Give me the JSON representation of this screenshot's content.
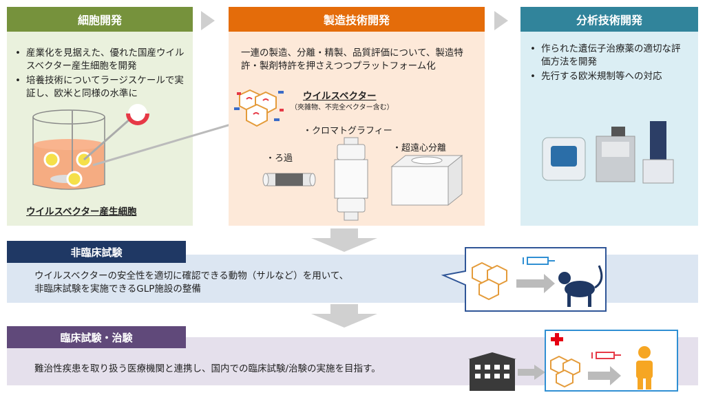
{
  "panels": {
    "cell": {
      "title": "細胞開発",
      "bullets": [
        "産業化を見据えた、優れた国産ウイルスベクター産生細胞を開発",
        "培養技術についてラージスケールで実証し、欧米と同様の水準に"
      ],
      "caption": "ウイルスベクター産生細胞"
    },
    "manufacturing": {
      "title": "製造技術開発",
      "description": "一連の製造、分離・精製、品質評価について、製造特許・製剤特許を押さえつつプラットフォーム化",
      "virus_label": "ウイルスベクター",
      "virus_sublabel": "（夾雑物、不完全ベクター含む）",
      "chromatography_label": "・クロマトグラフィー",
      "filtration_label": "・ろ過",
      "ultracentrifuge_label": "・超遠心分離"
    },
    "analysis": {
      "title": "分析技術開発",
      "bullets": [
        "作られた遺伝子治療薬の適切な評価方法を開発",
        "先行する欧米規制等への対応"
      ]
    }
  },
  "nonclinical": {
    "title": "非臨床試験",
    "text_line1": "ウイルスベクターの安全性を適切に確認できる動物（サルなど）を用いて、",
    "text_line2": "非臨床試験を実施できるGLP施設の整備"
  },
  "clinical": {
    "title": "臨床試験・治験",
    "text": "難治性疾患を取り扱う医療機関と連携し、国内での臨床試験/治験の実施を目指す。"
  },
  "colors": {
    "cell_header": "#76923c",
    "cell_bg": "#eaf1dd",
    "mfg_header": "#e46c0a",
    "mfg_bg": "#fde9d9",
    "analysis_header": "#31849b",
    "analysis_bg": "#dbeef4",
    "nonclinical_header": "#1f3864",
    "nonclinical_bg": "#dce6f2",
    "clinical_header": "#60497a",
    "clinical_bg": "#e5e0ec"
  }
}
